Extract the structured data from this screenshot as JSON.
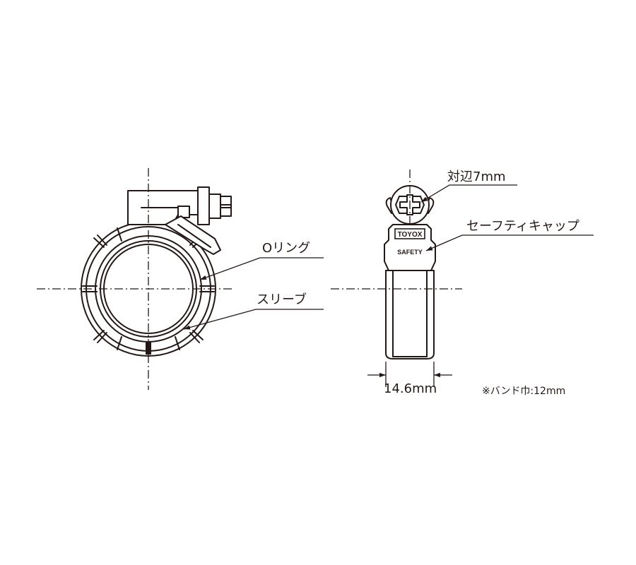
{
  "labels": {
    "o_ring": "Oリング",
    "sleeve": "スリーブ",
    "across_flats": "対辺7mm",
    "safety_cap": "セーフティキャップ",
    "width_dim": "14.6mm",
    "band_note": "※バンド巾:12mm"
  },
  "cap_text": {
    "brand": "TOYOX",
    "safety": "SAFETY"
  }
}
